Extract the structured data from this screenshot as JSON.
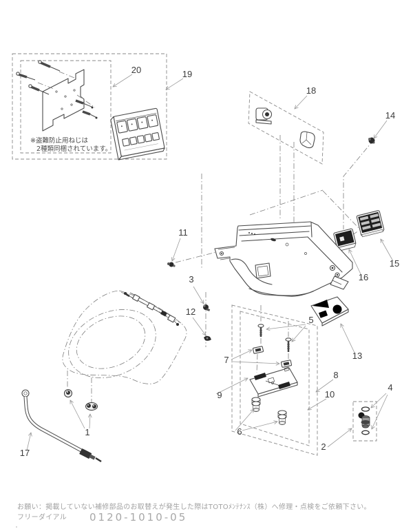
{
  "diagram": {
    "note": {
      "line1": "※盗難防止用ねじは",
      "line2": "2種類同梱されています。"
    },
    "labels": [
      {
        "num": "1"
      },
      {
        "num": "2"
      },
      {
        "num": "3"
      },
      {
        "num": "4"
      },
      {
        "num": "5"
      },
      {
        "num": "6"
      },
      {
        "num": "7"
      },
      {
        "num": "8"
      },
      {
        "num": "9"
      },
      {
        "num": "10"
      },
      {
        "num": "11"
      },
      {
        "num": "12"
      },
      {
        "num": "13"
      },
      {
        "num": "14"
      },
      {
        "num": "15"
      },
      {
        "num": "16"
      },
      {
        "num": "17"
      },
      {
        "num": "18"
      },
      {
        "num": "19"
      },
      {
        "num": "20"
      }
    ]
  },
  "footer": {
    "notice": "お願い：掲載していない補修部品のお取替えが発生した際はTOTOﾒﾝﾃﾅﾝｽ（株）へ修理・点検をご依頼下さい。",
    "dial_label": "フリーダイアル",
    "phone": "0120-1010-05"
  }
}
